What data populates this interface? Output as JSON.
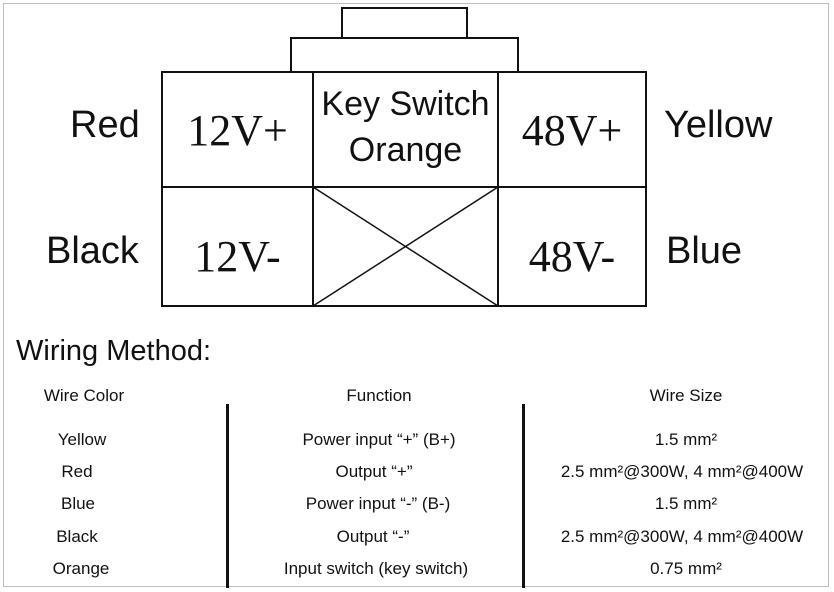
{
  "connector": {
    "top_left_outer": "Red",
    "top_right_outer": "Yellow",
    "bottom_left_outer": "Black",
    "bottom_right_outer": "Blue",
    "cell_12v_plus": "12V+",
    "cell_48v_plus": "48V+",
    "cell_key_switch_line1": "Key Switch",
    "cell_key_switch_line2": "Orange",
    "cell_12v_minus": "12V-",
    "cell_48v_minus": "48V-"
  },
  "wiring": {
    "heading": "Wiring Method:",
    "headers": [
      "Wire Color",
      "Function",
      "Wire Size"
    ],
    "rows": [
      [
        "Yellow",
        "Power input “+” (B+)",
        "1.5 mm²"
      ],
      [
        "Red",
        "Output “+”",
        "2.5 mm²@300W, 4 mm²@400W"
      ],
      [
        "Blue",
        "Power input “-” (B-)",
        "1.5 mm²"
      ],
      [
        "Black",
        "Output “-”",
        "2.5 mm²@300W, 4 mm²@400W"
      ],
      [
        "Orange",
        "Input switch (key switch)",
        "0.75 mm²"
      ]
    ]
  }
}
